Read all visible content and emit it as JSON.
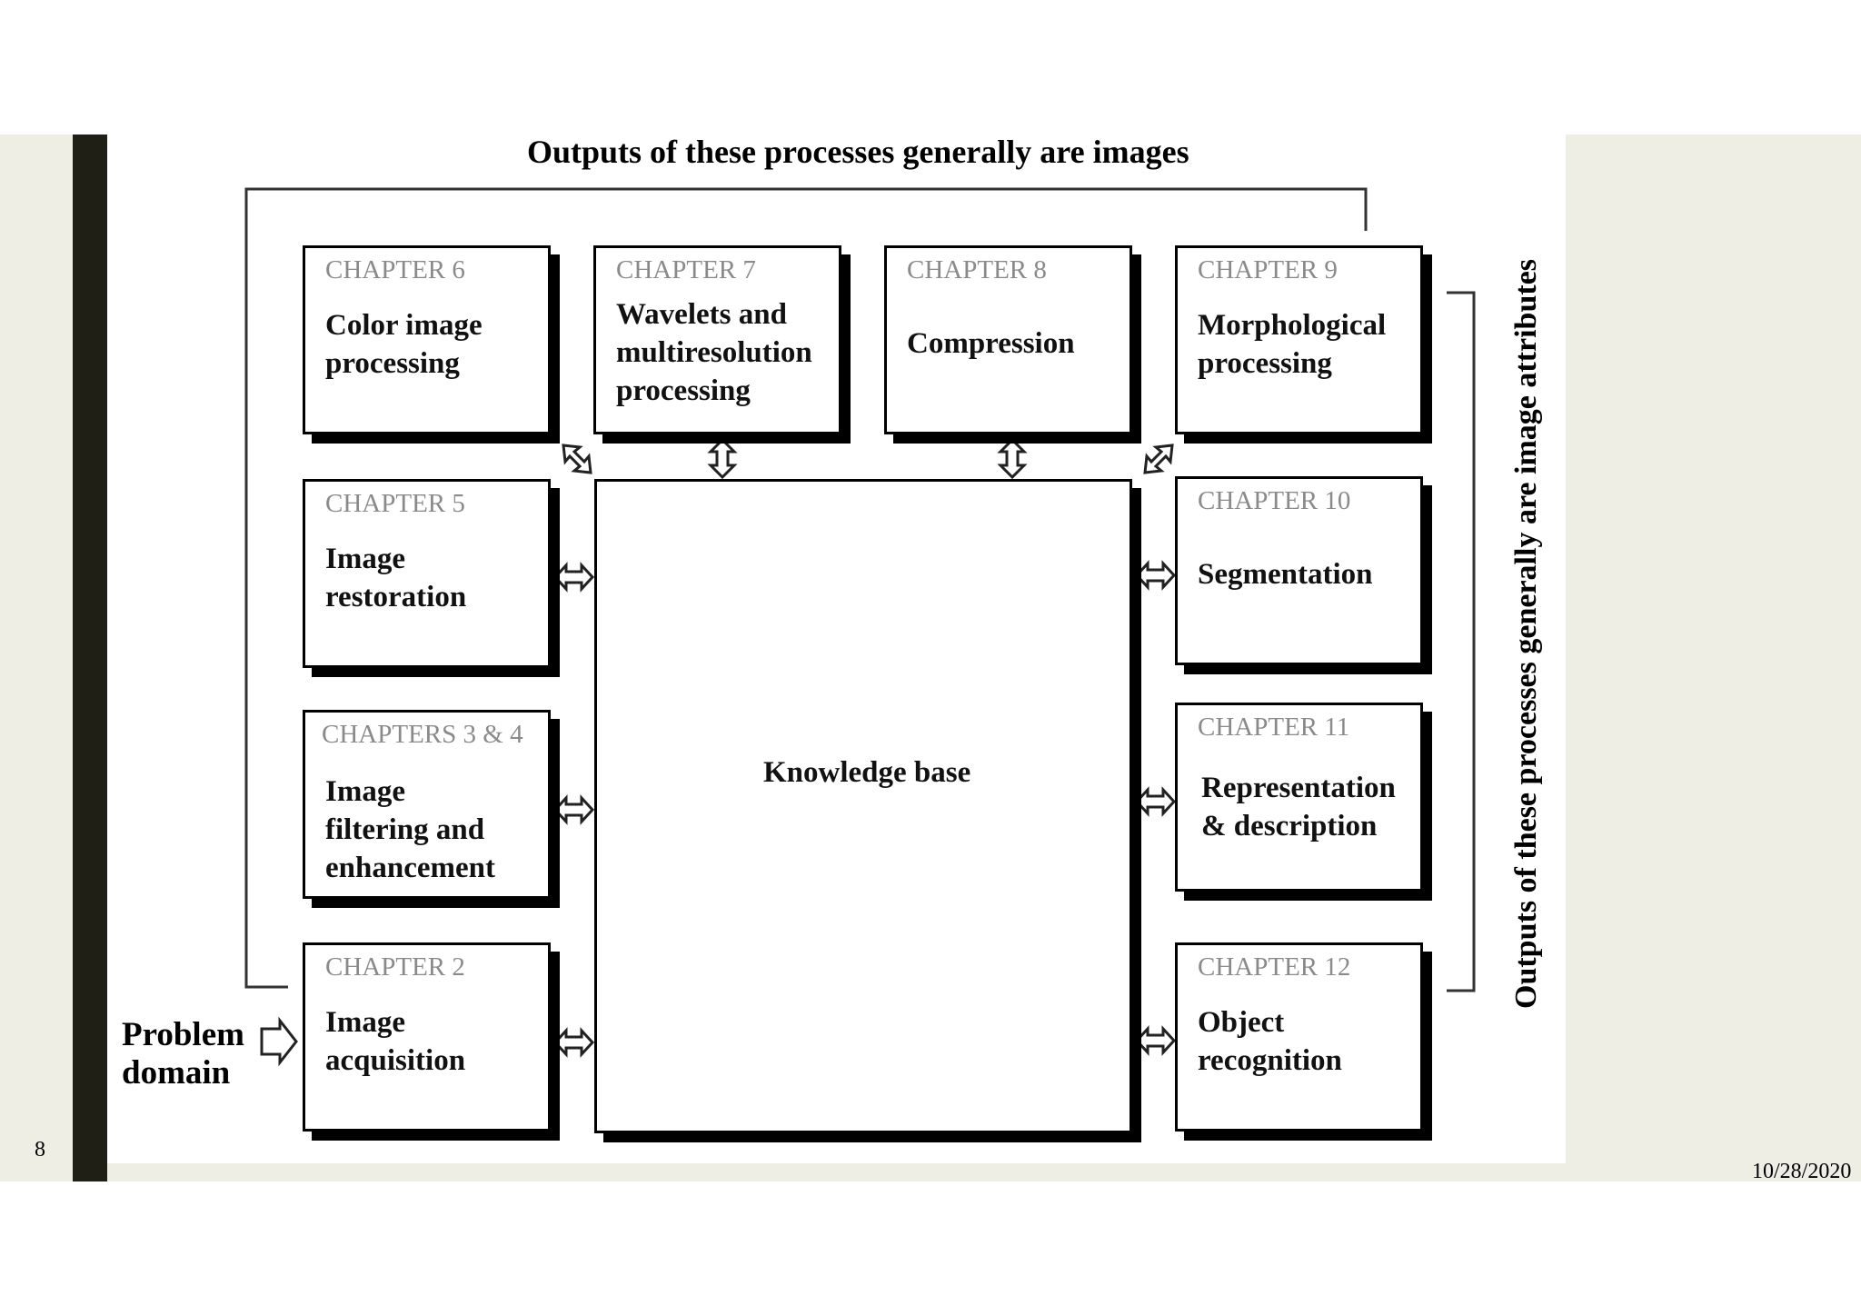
{
  "diagram": {
    "top_title": "Outputs of these processes generally are images",
    "side_title": "Outputs of these processes generally are image attributes",
    "problem_domain": [
      "Problem",
      "domain"
    ],
    "knowledge_base": "Knowledge base",
    "boxes": [
      {
        "chapter": "CHAPTER 6",
        "lines": [
          "Color image",
          "processing"
        ]
      },
      {
        "chapter": "CHAPTER 7",
        "lines": [
          "Wavelets and",
          "multiresolution",
          "processing"
        ]
      },
      {
        "chapter": "CHAPTER 8",
        "lines": [
          "Compression"
        ]
      },
      {
        "chapter": "CHAPTER 9",
        "lines": [
          "Morphological",
          "processing"
        ]
      },
      {
        "chapter": "CHAPTER 5",
        "lines": [
          "Image",
          "restoration"
        ]
      },
      {
        "chapter": "CHAPTER 10",
        "lines": [
          "Segmentation"
        ]
      },
      {
        "chapter": "CHAPTERS 3 & 4",
        "lines": [
          "Image",
          "filtering and",
          "enhancement"
        ]
      },
      {
        "chapter": "CHAPTER 11",
        "lines": [
          "Representation",
          "& description"
        ]
      },
      {
        "chapter": "CHAPTER 2",
        "lines": [
          "Image",
          "acquisition"
        ]
      },
      {
        "chapter": "CHAPTER 12",
        "lines": [
          "Object",
          "recognition"
        ]
      }
    ]
  },
  "footer": {
    "page_number": "8",
    "date": "10/28/2020"
  }
}
